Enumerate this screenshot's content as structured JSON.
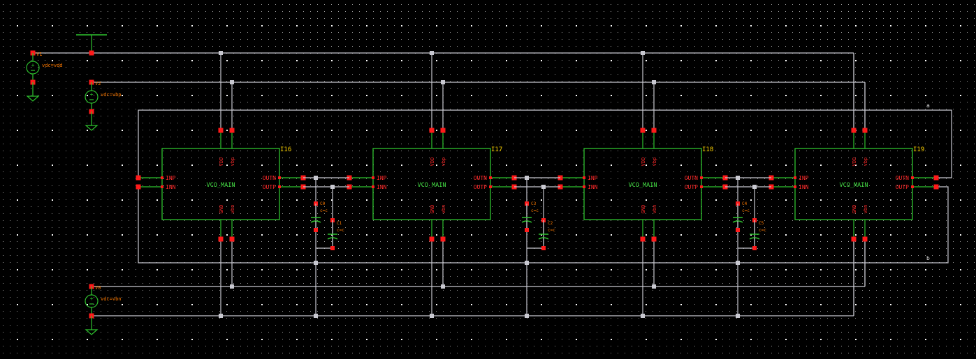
{
  "schematic": {
    "cell_name": "VCO_MAIN",
    "instances": [
      {
        "name": "I16",
        "pins": {
          "vdd": "VDD",
          "vbp": "vbp",
          "gnd": "GND",
          "vbn": "vbn",
          "inp": "INP",
          "inn": "INN",
          "outn": "OUTN",
          "outp": "OUTP"
        }
      },
      {
        "name": "I17",
        "pins": {
          "vdd": "VDD",
          "vbp": "vbp",
          "gnd": "GND",
          "vbn": "vbn",
          "inp": "INP",
          "inn": "INN",
          "outn": "OUTN",
          "outp": "OUTP"
        }
      },
      {
        "name": "I18",
        "pins": {
          "vdd": "VDD",
          "vbp": "vbp",
          "gnd": "GND",
          "vbn": "vbn",
          "inp": "INP",
          "inn": "INN",
          "outn": "OUTN",
          "outp": "OUTP"
        }
      },
      {
        "name": "I19",
        "pins": {
          "vdd": "VDD",
          "vbp": "vbp",
          "gnd": "GND",
          "vbn": "vbn",
          "inp": "INP",
          "inn": "INN",
          "outn": "OUTN",
          "outp": "OUTP"
        }
      }
    ],
    "sources": [
      {
        "name": "V1",
        "param": "vdc=vdd"
      },
      {
        "name": "V2",
        "param": "vdc=vbp"
      },
      {
        "name": "V0",
        "param": "vdc=vbn"
      }
    ],
    "capacitors": [
      {
        "name": "C0",
        "param": "c=c"
      },
      {
        "name": "C1",
        "param": "c=c"
      },
      {
        "name": "C3",
        "param": "c=c"
      },
      {
        "name": "C2",
        "param": "c=c"
      },
      {
        "name": "C4",
        "param": "c=c"
      },
      {
        "name": "C5",
        "param": "c=c"
      }
    ],
    "net_labels": {
      "a": "a",
      "b": "b"
    },
    "colors": {
      "background": "#000000",
      "grid": "#9a9a9a",
      "wire": "#c8c8d0",
      "symbol": "#2ec22e",
      "pin": "#ff1a1a",
      "instance_label": "#ffd400",
      "param_label": "#ff7a00"
    }
  }
}
